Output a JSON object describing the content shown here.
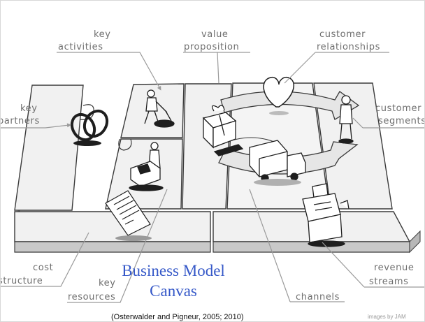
{
  "labels": {
    "key_activities": "key activities",
    "key_activities_line1": "key",
    "key_activities_line2": "activities",
    "value_proposition_line1": "value",
    "value_proposition_line2": "proposition",
    "customer_relationships_line1": "customer",
    "customer_relationships_line2": "relationships",
    "key_partners_line1": "key",
    "key_partners_line2": "partners",
    "customer_segments_line1": "customer",
    "customer_segments_line2": "segments",
    "cost_structure_line1": "cost",
    "cost_structure_line2": "structure",
    "key_resources_line1": "key",
    "key_resources_line2": "resources",
    "channels": "channels",
    "revenue_streams_line1": "revenue",
    "revenue_streams_line2": "streams"
  },
  "title": {
    "line1": "Business Model",
    "line2": "Canvas"
  },
  "citation": "(Osterwalder and Pigneur, 2005; 2010)",
  "credit": "images by JAM",
  "colors": {
    "title": "#3558c8",
    "sketch_label": "#6f6f6f",
    "board_top": "#f2f2f2",
    "board_edge": "#c4c4c4",
    "ink": "#1e1e1e"
  },
  "icons": [
    "worker-digging-icon",
    "rings-icon",
    "gift-box-icon",
    "heart-icon",
    "person-icon",
    "truck-icon",
    "worker-machine-icon",
    "invoice-icon",
    "cash-register-icon"
  ]
}
